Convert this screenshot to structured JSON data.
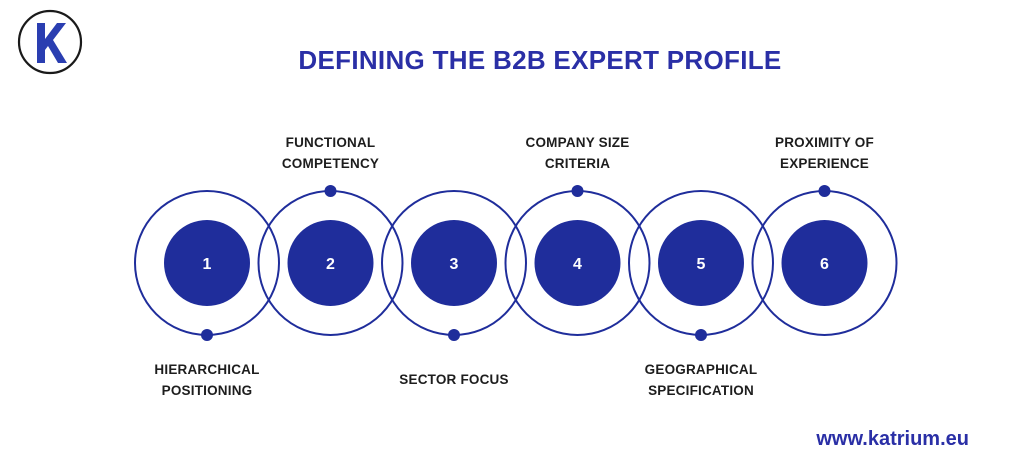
{
  "brand": {
    "logo_letter": "K",
    "website": "www.katrium.eu",
    "accent_color": "#2a2fa6",
    "step_fill_color": "#1f2d9b"
  },
  "title": "DEFINING THE B2B EXPERT PROFILE",
  "steps": [
    {
      "number": "1",
      "label": "HIERARCHICAL\nPOSITIONING",
      "label_position": "bottom"
    },
    {
      "number": "2",
      "label": "FUNCTIONAL\nCOMPETENCY",
      "label_position": "top"
    },
    {
      "number": "3",
      "label": "SECTOR FOCUS",
      "label_position": "bottom"
    },
    {
      "number": "4",
      "label": "COMPANY SIZE\nCRITERIA",
      "label_position": "top"
    },
    {
      "number": "5",
      "label": "GEOGRAPHICAL\nSPECIFICATION",
      "label_position": "bottom"
    },
    {
      "number": "6",
      "label": "PROXIMITY OF\nEXPERIENCE",
      "label_position": "top"
    }
  ]
}
